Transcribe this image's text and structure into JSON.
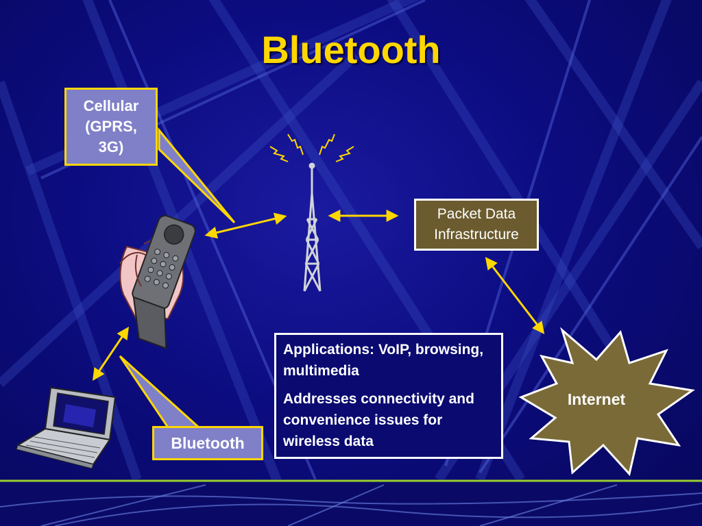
{
  "title": "Bluetooth",
  "cellular_callout": "Cellular\n(GPRS,\n3G)",
  "bluetooth_callout": "Bluetooth",
  "packet_data_box": "Packet Data\nInfrastructure",
  "applications_box": {
    "line1": "Applications: VoIP, browsing, multimedia",
    "line2": "Addresses connectivity and convenience issues for wireless data"
  },
  "internet_label": "Internet",
  "colors": {
    "background": "#0c0c80",
    "title": "#ffd700",
    "callout_fill": "#8080c8",
    "callout_border": "#ffd700",
    "packet_box_fill": "#6b5b2e",
    "internet_fill": "#7a6a38"
  },
  "icons": [
    "cell-phone-icon",
    "laptop-icon",
    "cell-tower-icon",
    "internet-burst-icon"
  ]
}
